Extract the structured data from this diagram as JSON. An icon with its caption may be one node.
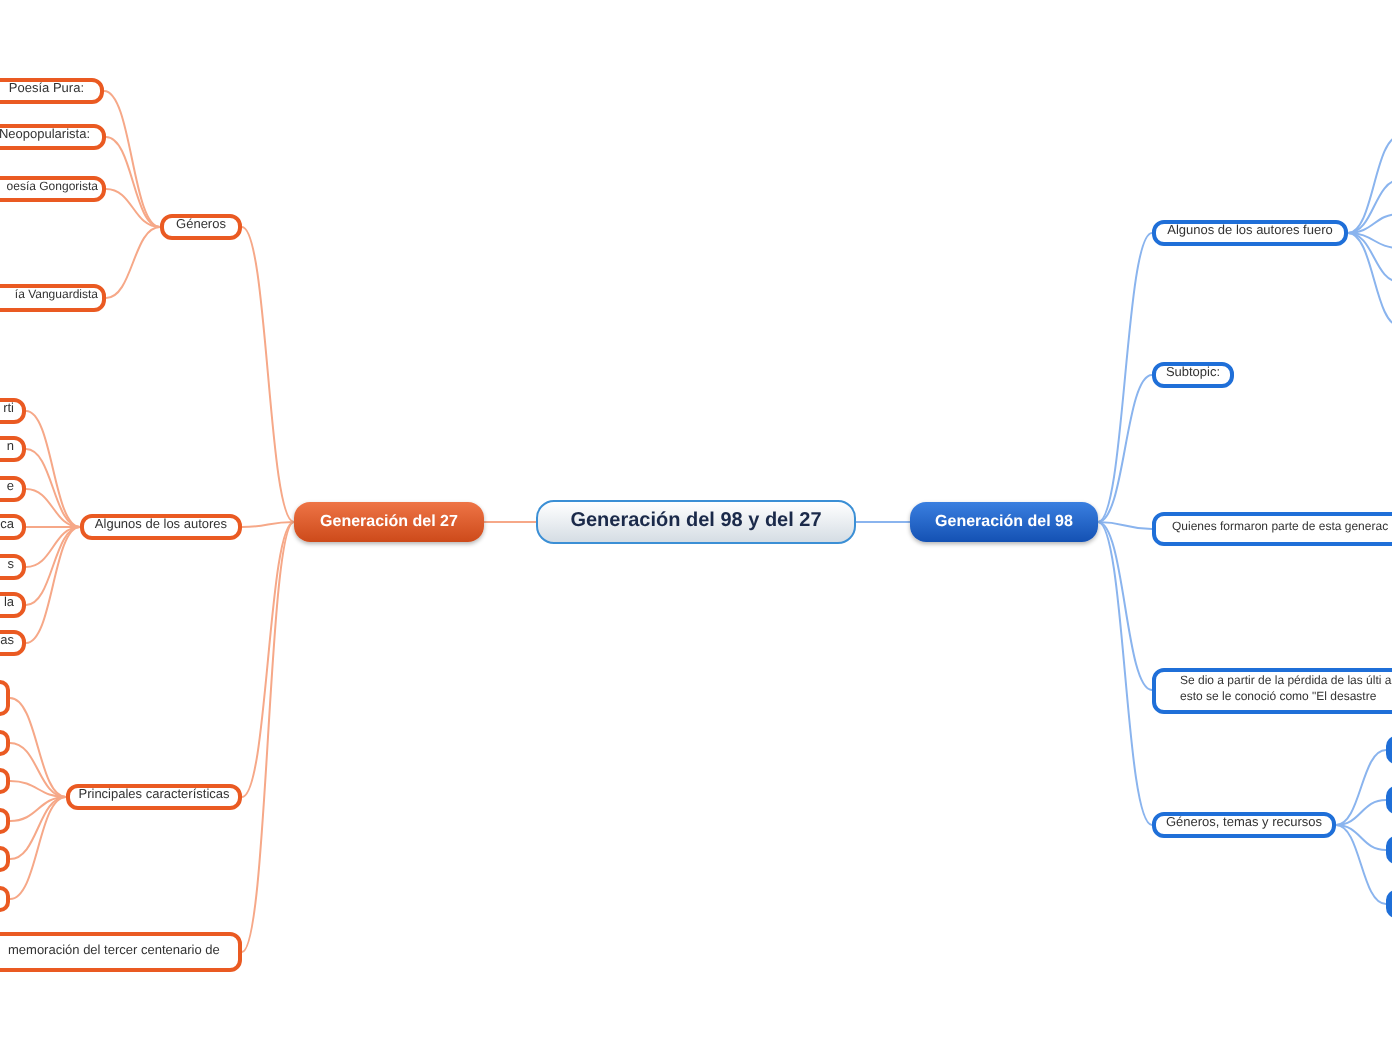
{
  "diagram": {
    "nodes": [
      {
        "text": [
          "Generación del 98 y del 27"
        ]
      },
      {
        "text": [
          "Generación del 27"
        ]
      },
      {
        "text": [
          "Generación del 98"
        ]
      },
      {
        "text": [
          "Géneros"
        ]
      },
      {
        "text": [
          "Poesía Pura:"
        ]
      },
      {
        "text": [
          "Neopopularista:"
        ]
      },
      {
        "text": [
          "oesía Gongorista"
        ]
      },
      {
        "text": [
          "ía Vanguardista"
        ]
      },
      {
        "text": [
          "Algunos de los autores"
        ]
      },
      {
        "text": [
          "rti"
        ]
      },
      {
        "text": [
          "n"
        ]
      },
      {
        "text": [
          "e"
        ]
      },
      {
        "text": [
          "ca"
        ]
      },
      {
        "text": [
          "s"
        ]
      },
      {
        "text": [
          "la"
        ]
      },
      {
        "text": [
          "as"
        ]
      },
      {
        "text": [
          "Principales características"
        ]
      },
      {
        "text": [],
        "shape": "box"
      },
      {
        "text": [],
        "shape": "box"
      },
      {
        "text": [],
        "shape": "box"
      },
      {
        "text": [],
        "shape": "box"
      },
      {
        "text": [],
        "shape": "box"
      },
      {
        "text": [],
        "shape": "box"
      },
      {
        "text": [
          "memoración del tercer centenario de"
        ]
      },
      {
        "text": [
          "Algunos de los autores fuero"
        ]
      },
      {
        "text": [
          "Subtopic:"
        ]
      },
      {
        "text": [
          "Quienes formaron parte de esta generac"
        ]
      },
      {
        "text": [
          "Se dio a partir de la pérdida de las últi a esto se le conoció como \"El desastre"
        ]
      },
      {
        "text": [
          "Géneros, temas y recursos"
        ]
      },
      {
        "text": [],
        "shape": "box"
      },
      {
        "text": [],
        "shape": "box"
      },
      {
        "text": [],
        "shape": "box"
      },
      {
        "text": [],
        "shape": "box"
      }
    ],
    "edges": [
      {
        "from": 0,
        "to": 1,
        "arrow": "none"
      },
      {
        "from": 0,
        "to": 2,
        "arrow": "none",
        "color": "#8ab4ee"
      },
      {
        "from": 1,
        "to": 3,
        "arrow": "none"
      },
      {
        "from": 1,
        "to": 8,
        "arrow": "none"
      },
      {
        "from": 1,
        "to": 16,
        "arrow": "none"
      },
      {
        "from": 1,
        "to": 23,
        "arrow": "none"
      },
      {
        "from": 3,
        "to": 4,
        "arrow": "none"
      },
      {
        "from": 3,
        "to": 5,
        "arrow": "none"
      },
      {
        "from": 3,
        "to": 6,
        "arrow": "none"
      },
      {
        "from": 3,
        "to": 7,
        "arrow": "none"
      },
      {
        "from": 8,
        "to": 9,
        "arrow": "none"
      },
      {
        "from": 8,
        "to": 10,
        "arrow": "none"
      },
      {
        "from": 8,
        "to": 11,
        "arrow": "none"
      },
      {
        "from": 8,
        "to": 12,
        "arrow": "none"
      },
      {
        "from": 8,
        "to": 13,
        "arrow": "none"
      },
      {
        "from": 8,
        "to": 14,
        "arrow": "none"
      },
      {
        "from": 8,
        "to": 15,
        "arrow": "none"
      },
      {
        "from": 16,
        "to": 17,
        "arrow": "none"
      },
      {
        "from": 16,
        "to": 18,
        "arrow": "none"
      },
      {
        "from": 16,
        "to": 19,
        "arrow": "none"
      },
      {
        "from": 16,
        "to": 20,
        "arrow": "none"
      },
      {
        "from": 16,
        "to": 21,
        "arrow": "none"
      },
      {
        "from": 16,
        "to": 22,
        "arrow": "none"
      },
      {
        "from": 2,
        "to": 24,
        "arrow": "none",
        "color": "#8ab4ee"
      },
      {
        "from": 2,
        "to": 25,
        "arrow": "none",
        "color": "#8ab4ee"
      },
      {
        "from": 2,
        "to": 26,
        "arrow": "none",
        "color": "#8ab4ee"
      },
      {
        "from": 2,
        "to": 27,
        "arrow": "none",
        "color": "#8ab4ee"
      },
      {
        "from": 2,
        "to": 28,
        "arrow": "none",
        "color": "#8ab4ee"
      },
      {
        "from": 24,
        "to": null,
        "arrow": "none",
        "color": "#8ab4ee"
      },
      {
        "from": 24,
        "to": null,
        "arrow": "none",
        "color": "#8ab4ee"
      },
      {
        "from": 24,
        "to": null,
        "arrow": "none",
        "color": "#8ab4ee"
      },
      {
        "from": 24,
        "to": null,
        "arrow": "none",
        "color": "#8ab4ee"
      },
      {
        "from": 24,
        "to": null,
        "arrow": "none",
        "color": "#8ab4ee"
      },
      {
        "from": 24,
        "to": null,
        "arrow": "none",
        "color": "#8ab4ee"
      },
      {
        "from": 28,
        "to": 29,
        "arrow": "none",
        "color": "#8ab4ee"
      },
      {
        "from": 28,
        "to": 30,
        "arrow": "none",
        "color": "#8ab4ee"
      },
      {
        "from": 28,
        "to": 31,
        "arrow": "none",
        "color": "#8ab4ee"
      },
      {
        "from": 28,
        "to": 32,
        "arrow": "none",
        "color": "#8ab4ee"
      }
    ]
  }
}
